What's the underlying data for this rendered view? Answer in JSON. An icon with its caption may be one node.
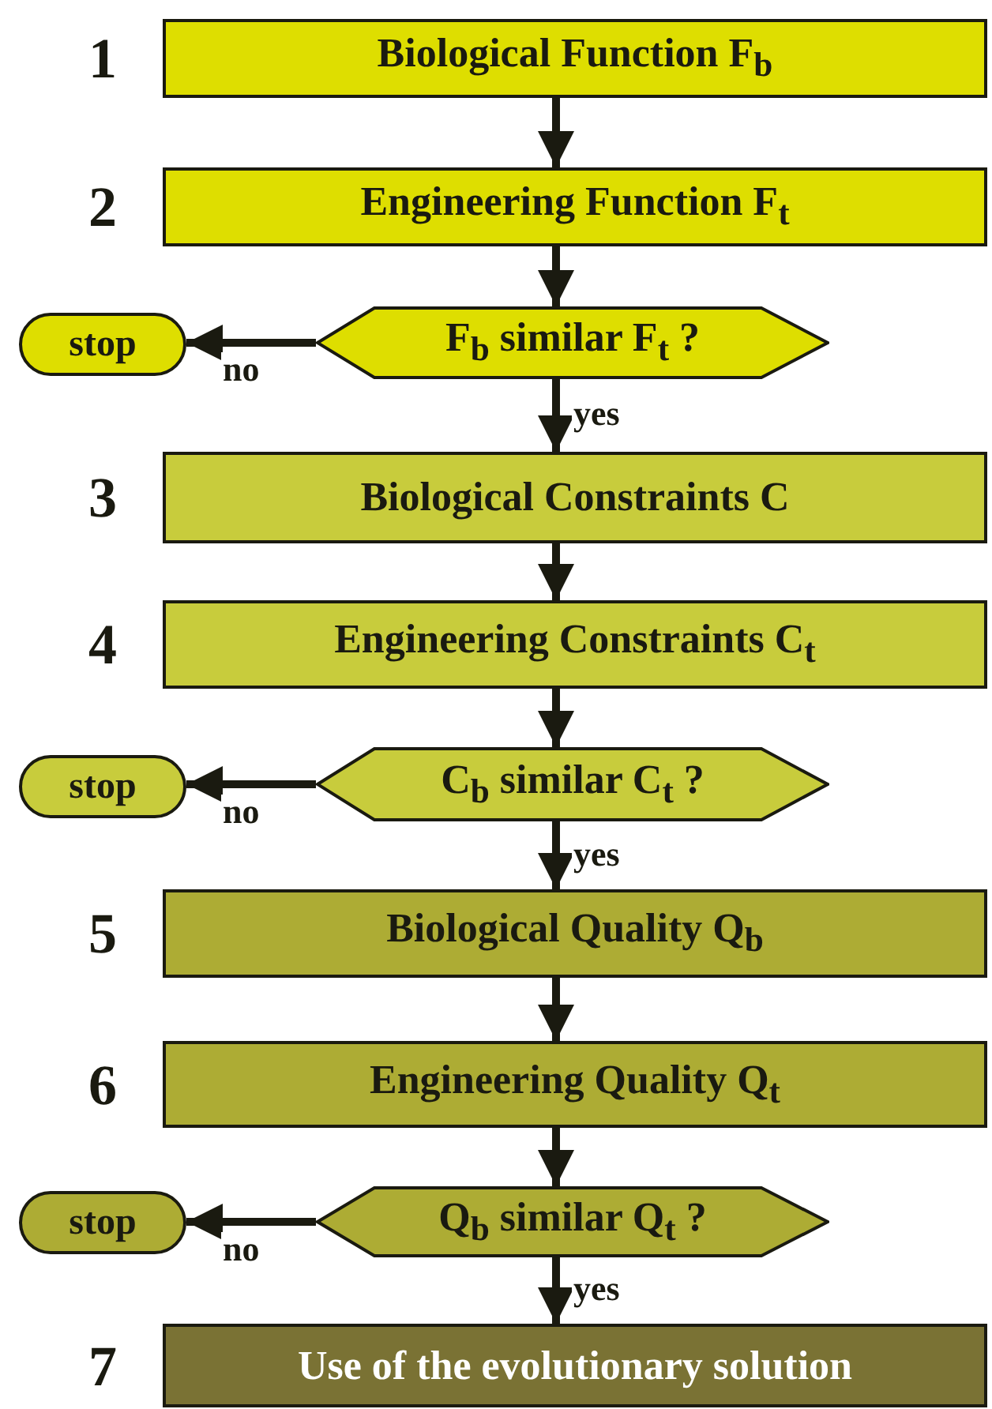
{
  "diagram": {
    "nodes": [
      {
        "text": [
          "Biological Function F$_{b}$"
        ],
        "beside": [
          "1"
        ]
      },
      {
        "text": [
          "Engineering Function F$_{t}$"
        ],
        "beside": [
          "2"
        ]
      },
      {
        "text": [
          "stop"
        ]
      },
      {
        "text": [
          "F$_{b}$ similar F$_{t}$ ?"
        ]
      },
      {
        "text": [
          "Biological Constraints C"
        ],
        "beside": [
          "3"
        ]
      },
      {
        "text": [
          "Engineering Constraints C$_{t}$"
        ],
        "beside": [
          "4"
        ]
      },
      {
        "text": [
          "stop"
        ]
      },
      {
        "text": [
          "C$_{b}$ similar C$_{t}$ ?"
        ]
      },
      {
        "text": [
          "Biological Quality Q$_{b}$"
        ],
        "beside": [
          "5"
        ]
      },
      {
        "text": [
          "Engineering Quality Q$_{t}$"
        ],
        "beside": [
          "6"
        ]
      },
      {
        "text": [
          "stop"
        ]
      },
      {
        "text": [
          "Q$_{b}$ similar Q$_{t}$ ?"
        ]
      },
      {
        "text": [
          "Use of the evolutionary solution"
        ],
        "beside": [
          "7"
        ]
      }
    ],
    "edges": [
      {
        "from": 0,
        "to": 1,
        "arrow": "to"
      },
      {
        "from": 1,
        "to": 3,
        "arrow": "to"
      },
      {
        "from": 3,
        "to": 2,
        "arrow": "to",
        "label": "no"
      },
      {
        "from": 3,
        "to": 4,
        "arrow": "to",
        "label": "yes"
      },
      {
        "from": 4,
        "to": 5,
        "arrow": "to"
      },
      {
        "from": 5,
        "to": 7,
        "arrow": "to"
      },
      {
        "from": 7,
        "to": 6,
        "arrow": "to",
        "label": "no"
      },
      {
        "from": 7,
        "to": 8,
        "arrow": "to",
        "label": "yes"
      },
      {
        "from": 8,
        "to": 9,
        "arrow": "to"
      },
      {
        "from": 9,
        "to": 11,
        "arrow": "to"
      },
      {
        "from": 11,
        "to": 10,
        "arrow": "to",
        "label": "no"
      },
      {
        "from": 11,
        "to": 12,
        "arrow": "to",
        "label": "yes"
      }
    ]
  }
}
